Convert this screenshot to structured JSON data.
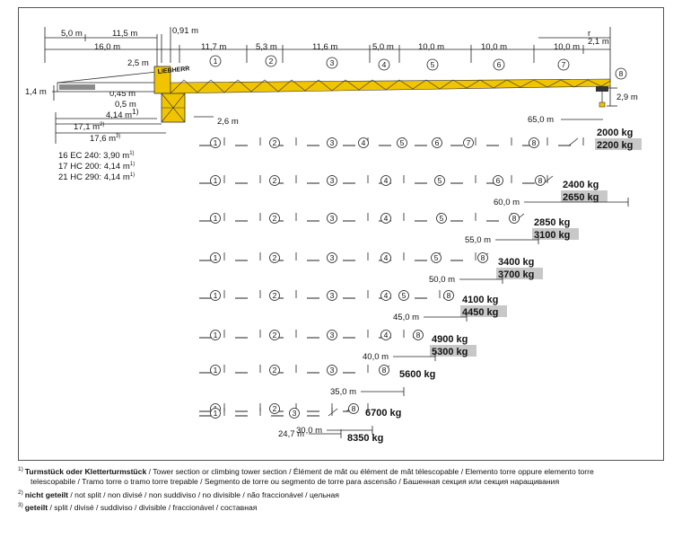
{
  "top_dimensions": {
    "r1_a": "5,0 m",
    "r1_b": "11,5 m",
    "r1_c": "0,91 m",
    "r2_a": "16,0 m",
    "r2_b": "11,7 m",
    "r2_c": "5,3 m",
    "r2_d": "11,6 m",
    "r2_e": "5,0 m",
    "r2_f": "10,0 m",
    "r2_g": "10,0 m",
    "r2_h": "10,0 m",
    "r_label": "r",
    "tip": "2,1 m",
    "cj_25": "2,5 m",
    "cj_14": "1,4 m",
    "cj_045": "0,45 m",
    "cj_05": "0,5 m",
    "cj_414": "4,14 m",
    "cj_171": "17,1 m",
    "cj_176": "17,6 m",
    "cj_414_sup": "1)",
    "cj_171_sup": "2)",
    "cj_176_sup": "3)",
    "hook_h": "2,9 m",
    "radius_65": "65,0 m",
    "tower_offset": "2,6 m"
  },
  "brand": "LIEBHERR",
  "section_nums": [
    "1",
    "2",
    "3",
    "4",
    "5",
    "6",
    "7",
    "8"
  ],
  "tower_variants": [
    "16 EC 240: 3,90 m",
    "17 HC 200: 4,14 m",
    "21 HC 290: 4,14 m"
  ],
  "tower_variant_sup": "1)",
  "configs": [
    {
      "radius": "",
      "w1": "2000 kg",
      "w2": "2200 kg"
    },
    {
      "radius": "60,0 m",
      "w1": "2400 kg",
      "w2": "2650 kg"
    },
    {
      "radius": "55,0 m",
      "w1": "2850 kg",
      "w2": "3100 kg"
    },
    {
      "radius": "50,0 m",
      "w1": "3400 kg",
      "w2": "3700 kg"
    },
    {
      "radius": "45,0 m",
      "w1": "4100 kg",
      "w2": "4450 kg"
    },
    {
      "radius": "40,0 m",
      "w1": "4900 kg",
      "w2": "5300 kg"
    },
    {
      "radius": "35,0 m",
      "w1": "5600 kg",
      "w2": ""
    },
    {
      "radius": "30,0 m",
      "w1": "6700 kg",
      "w2": ""
    },
    {
      "radius": "24,7 m",
      "w1": "8350 kg",
      "w2": ""
    }
  ],
  "footnotes": {
    "f1_num": "1)",
    "f1_bold": "Turmstück oder Kletterturmstück",
    "f1_rest": " / Tower section or climbing tower section / Élément de mât ou élément de mât télescopable / Elemento torre oppure elemento torre",
    "f1_line2": "telescopabile / Tramo torre o tramo torre trepable / Segmento de torre ou segmento de torre para ascensão / Башенная секция или секция наращивания",
    "f2_num": "2)",
    "f2_bold": "nicht geteilt",
    "f2_rest": " / not split / non divisé / non suddiviso / no divisible / não fraccionável / цельная",
    "f3_num": "3)",
    "f3_bold": "geteilt",
    "f3_rest": " / split / divisé / suddiviso / divisible / fraccionável / составная"
  }
}
